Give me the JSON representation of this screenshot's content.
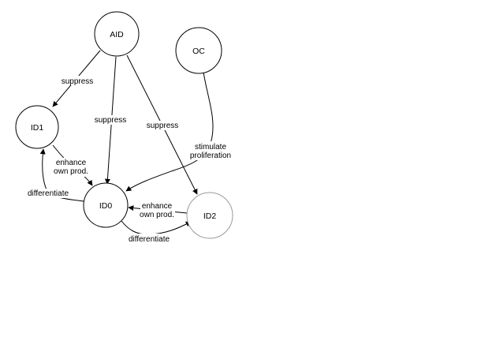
{
  "colors": {
    "background": "#ffffff",
    "stroke": "#000000",
    "faint_stroke": "#9a9a9a"
  },
  "nodes": {
    "aid": {
      "label": "AID"
    },
    "oc": {
      "label": "OC"
    },
    "id1": {
      "label": "ID1"
    },
    "id0": {
      "label": "ID0"
    },
    "id2": {
      "label": "ID2"
    }
  },
  "edges": {
    "aid_id1": {
      "label": "suppress"
    },
    "aid_id0": {
      "label": "suppress"
    },
    "aid_id2": {
      "label": "suppress"
    },
    "oc_id0": {
      "label_line1": "stimulate",
      "label_line2": "proliferation"
    },
    "id1_id0": {
      "label_line1": "enhance",
      "label_line2": "own prod."
    },
    "id0_id1": {
      "label": "differentiate"
    },
    "id2_id0": {
      "label_line1": "enhance",
      "label_line2": "own prod."
    },
    "id0_id2": {
      "label": "differentiate"
    }
  }
}
